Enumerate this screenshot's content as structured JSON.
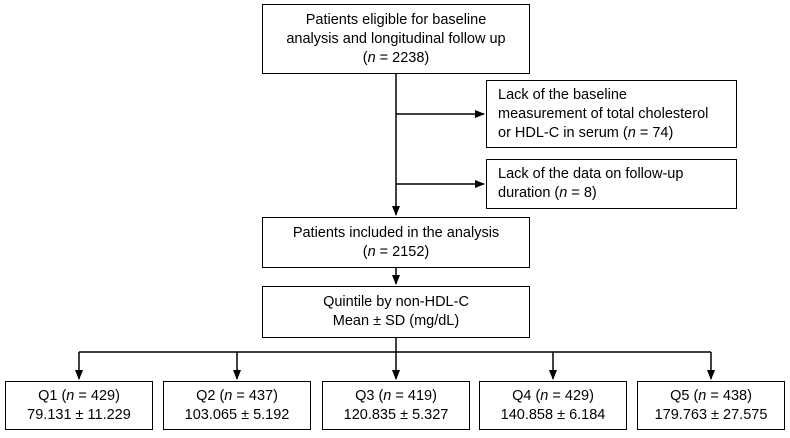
{
  "eligible": {
    "line1": "Patients eligible for baseline",
    "line2": "analysis and longitudinal follow up",
    "n_prefix": "(",
    "n_label": "n",
    "n_value": " = 2238)"
  },
  "exclusion1": {
    "line1": "Lack of the baseline",
    "line2": "measurement of total cholesterol",
    "line3_text": "or HDL-C in serum (",
    "n_label": "n",
    "n_value": " = 74)"
  },
  "exclusion2": {
    "line1": "Lack of the data on follow-up",
    "line2_text": "duration (",
    "n_label": "n",
    "n_value": " = 8)"
  },
  "included": {
    "line1": "Patients included in the analysis",
    "n_prefix": "(",
    "n_label": "n",
    "n_value": " = 2152)"
  },
  "quintile": {
    "line1": "Quintile by non-HDL-C",
    "line2": "Mean ± SD (mg/dL)"
  },
  "quintiles": [
    {
      "label": "Q1 (",
      "n_label": "n",
      "n_value": " = 429)",
      "stat": "79.131 ± 11.229"
    },
    {
      "label": "Q2 (",
      "n_label": "n",
      "n_value": " = 437)",
      "stat": "103.065 ± 5.192"
    },
    {
      "label": "Q3 (",
      "n_label": "n",
      "n_value": " = 419)",
      "stat": "120.835 ± 5.327"
    },
    {
      "label": "Q4 (",
      "n_label": "n",
      "n_value": " = 429)",
      "stat": "140.858 ± 6.184"
    },
    {
      "label": "Q5 (",
      "n_label": "n",
      "n_value": " = 438)",
      "stat": "179.763 ± 27.575"
    }
  ]
}
